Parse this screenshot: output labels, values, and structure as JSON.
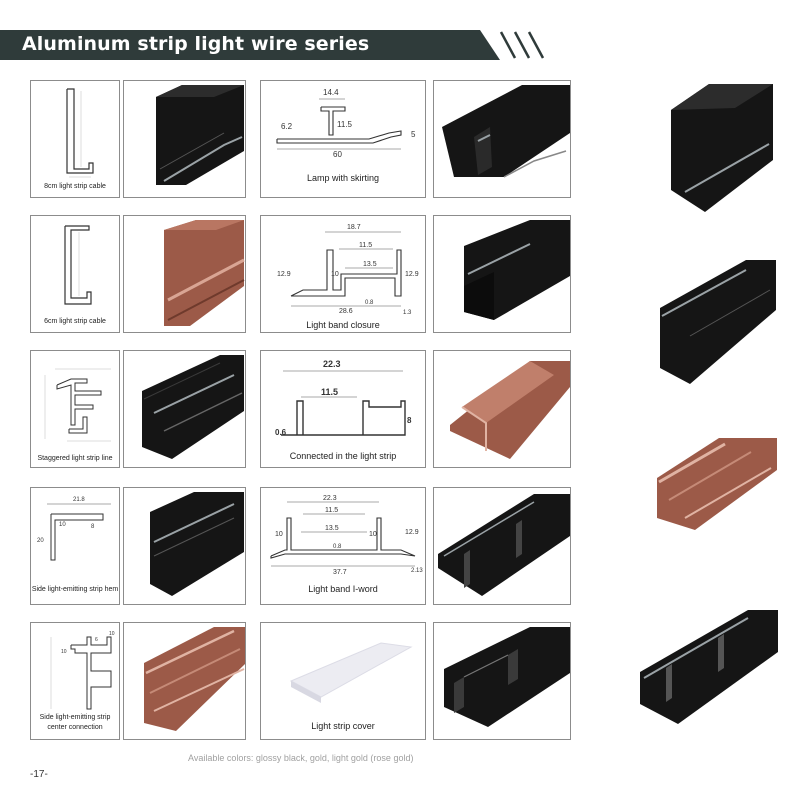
{
  "header": {
    "title": "Aluminum strip light wire series"
  },
  "items": [
    {
      "caption": "8cm light strip cable"
    },
    {
      "caption": "Lamp with skirting"
    },
    {
      "caption": "6cm light strip cable"
    },
    {
      "caption": "Light band closure"
    },
    {
      "caption": "Staggered light strip line"
    },
    {
      "caption": "Connected in the light strip"
    },
    {
      "caption": "Side light-emitting strip hem"
    },
    {
      "caption": "Light band I-word"
    },
    {
      "caption": "Side light-emitting strip\ncenter connection"
    },
    {
      "caption": "Light strip cover"
    }
  ],
  "dims": {
    "lamp_skirting": [
      "14.4",
      "6.2",
      "11.5",
      "5",
      "60"
    ],
    "band_closure": [
      "18.7",
      "11.5",
      "13.5",
      "12.9",
      "10",
      "12.9",
      "0.8",
      "28.6",
      "1.3"
    ],
    "connected": [
      "22.3",
      "11.5",
      "8",
      "0.6"
    ],
    "side_hem": [
      "21.8",
      "10",
      "8",
      "20"
    ],
    "i_word": [
      "22.3",
      "11.5",
      "13.5",
      "10",
      "10",
      "12.9",
      "0.8",
      "37.7",
      "2.13"
    ],
    "center_conn": [
      "10",
      "6",
      "10"
    ]
  },
  "footer": {
    "colors_note": "Available colors: glossy black, gold, light gold (rose gold)",
    "page_number": "-17-"
  },
  "colors": {
    "banner": "#2f3b3a",
    "black": "#151515",
    "rose": "#9c5a48"
  }
}
